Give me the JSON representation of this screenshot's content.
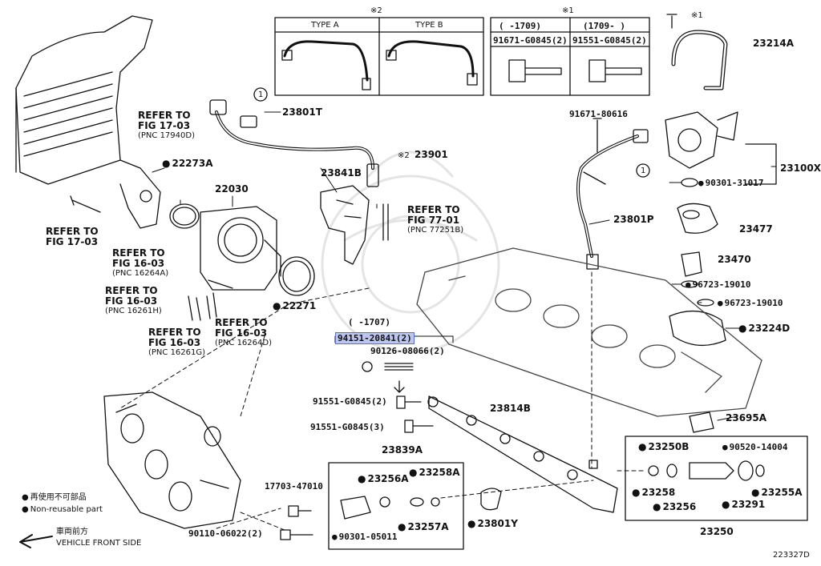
{
  "labels": {
    "p23214A": "23214A",
    "p23801T": "23801T",
    "p23901": "23901",
    "p23901_note": "※2",
    "p23841B": "23841B",
    "p22030": "22030",
    "p22273A": "22273A",
    "p22271": "22271",
    "p23801P": "23801P",
    "p23100X": "23100X",
    "p90301_31017": "90301-31017",
    "p91671_80616": "91671-80616",
    "p23477": "23477",
    "p23470": "23470",
    "p96723_a": "96723-19010",
    "p96723_b": "96723-19010",
    "p23224D": "23224D",
    "p23695A": "23695A",
    "p23814B": "23814B",
    "p91551_2": "91551-G0845(2)",
    "p91551_3": "91551-G0845(3)",
    "p94151": "94151-20841(2)",
    "p90126": "90126-08066(2)",
    "bracket_1707": "(    -1707)",
    "p23839A": "23839A",
    "p23256A": "23256A",
    "p23258A": "23258A",
    "p90301_05011": "90301-05011",
    "p23257A": "23257A",
    "p23801Y": "23801Y",
    "p17703": "17703-47010",
    "p90110": "90110-06022(2)",
    "p23250B": "23250B",
    "p90520": "90520-14004",
    "p23258": "23258",
    "p23256": "23256",
    "p23291": "23291",
    "p23255A": "23255A",
    "p23250": "23250",
    "bolt_star": "※1",
    "circle_1": "1"
  },
  "refs": {
    "r1": [
      "REFER TO",
      "FIG 17-03",
      "(PNC 17940D)"
    ],
    "r2": [
      "REFER TO",
      "FIG 17-03"
    ],
    "r3": [
      "REFER TO",
      "FIG 77-01",
      "(PNC 77251B)"
    ],
    "r4": [
      "REFER TO",
      "FIG 16-03",
      "(PNC 16264A)"
    ],
    "r5": [
      "REFER TO",
      "FIG 16-03",
      "(PNC 16261H)"
    ],
    "r6": [
      "REFER TO",
      "FIG 16-03",
      "(PNC 16264D)"
    ],
    "r7": [
      "REFER TO",
      "FIG 16-03",
      "(PNC 16261G)"
    ]
  },
  "type_box": {
    "header": "※2",
    "type_a": "TYPE A",
    "type_b": "TYPE B"
  },
  "bolt_box": {
    "header": "※1",
    "col1_range": "(    -1709)",
    "col2_range": "(1709-    )",
    "col1_part": "91671-G0845(2)",
    "col2_part": "91551-G0845(2)"
  },
  "legend": {
    "reuse_jp": "再使用不可部品",
    "reuse_en": "Non-reusable part",
    "front_jp": "車両前方",
    "front_en": "VEHICLE FRONT SIDE"
  },
  "diagram_id": "223327D"
}
